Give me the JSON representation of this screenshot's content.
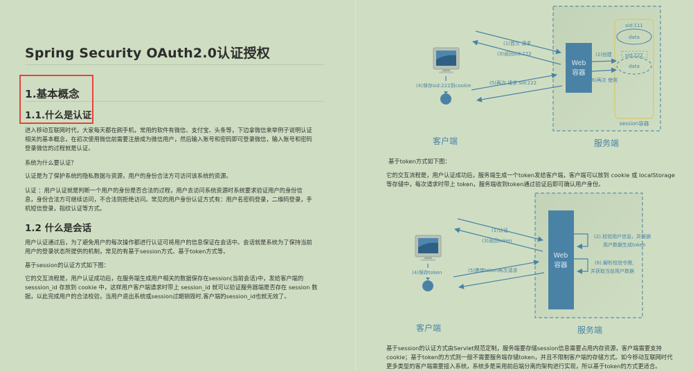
{
  "document": {
    "title": "Spring Security OAuth2.0认证授权",
    "section_1": "1.基本概念",
    "section_1_1": "1.1.什么是认证",
    "section_1_2": "1.2 什么是会话",
    "highlight_color": "#e8413a",
    "background_color": "#cfdec2"
  },
  "left_paragraphs": {
    "p1": [
      " 进入移动互联网时代，大家每天都在刷手机，常用的软件有微信、支付宝、头条等，下边拿微信来举例子说明认证",
      "相关的基本概念，在初次使用微信前需要注册成为微信用户，然后输入账号和密码即可登录微信，输入账号和密码",
      "登录微信的过程就是认证。"
    ],
    "p2": " 系统为什么要认证？",
    "p3": " 认证是为了保护系统的隐私数据与资源，用户的身份合法方可访问该系统的资源。",
    "p4": [
      " 认证 ：用户认证就是判断一个用户的身份是否合法的过程，用户去访问系统资源时系统要求验证用户的身份信",
      "息，身份合法方可继续访问，不合法则拒绝访问。常见的用户身份认证方式有：用户名密码登录，二维码登录，手",
      "机短信登录，指纹认证等方式。"
    ],
    "p5": [
      " 用户认证通过后，为了避免用户的每次操作都进行认证可将用户的信息保证在会话中。会话就是系统为了保持当前",
      "用户的登录状态所提供的机制，常见的有基于session方式、基于token方式等。"
    ],
    "p6": " 基于session的认证方式如下图：",
    "p7": [
      " 它的交互流程是，用户认证成功后，在服务端生成用户相关的数据保存在session(当前会话)中，发给客户端的",
      "sesssion_id 存放到 cookie 中，这样用户客户端请求时带上 session_id 就可以验证服务器端是否存在 session 数",
      "据，以此完成用户的合法校验，当用户退出系统或session过期销毁时,客户端的session_id也就无效了。"
    ]
  },
  "session_diagram": {
    "client_label": "客户端",
    "server_label": "服务端",
    "web_container": [
      "Web",
      "容器"
    ],
    "session_container_label": "session容器",
    "sid_1": "sid:111",
    "sid_2": "sid:222",
    "data_label": "data",
    "steps": {
      "s1": "(1)首次 请求",
      "s2": "(2)创建",
      "s3": "(3)返回sid:222",
      "s4": "(4)保存sid:222到cookie",
      "s5": "(5)再次 请求 sid:222",
      "s6": "(6)再次 使用"
    },
    "colors": {
      "primary": "#4a82a6",
      "session_border": "#d6c978",
      "sid_dashed": "#9fb866"
    }
  },
  "right_paragraphs": {
    "p1": " 基于token方式如下图：",
    "p2": [
      " 它的交互流程是，用户认证成功后，服务端生成一个token发给客户端，客户端可以放到 cookie 或 localStorage",
      "等存储中，每次请求时带上 token，服务端收到token通过验证后即可确认用户身份。"
    ],
    "p3": [
      " 基于session的认证方式由Servlet规范定制，服务端要存储session信息需要占用内存资源，客户端需要支持",
      "cookie；基于token的方式则一般不需要服务端存储token，并且不限制客户端的存储方式。如今移动互联网时代",
      "更多类型的客户端需要接入系统，系统多是采用前后端分离的架构进行实现，所以基于token的方式更适合。"
    ]
  },
  "token_diagram": {
    "client_label": "客户端",
    "server_label": "服务端",
    "web_container": [
      "Web",
      "容器"
    ],
    "steps": {
      "s1": "(1)认证",
      "s2a": "(2).校验用户信息，并根据",
      "s2b": "用户数据生成token",
      "s3": "(3)返回token",
      "s4": "(4)保存token",
      "s5": "(5)携带token再次请求",
      "s6a": "(6).解析校验令牌,",
      "s6b": "并获取当前用户数据"
    }
  }
}
